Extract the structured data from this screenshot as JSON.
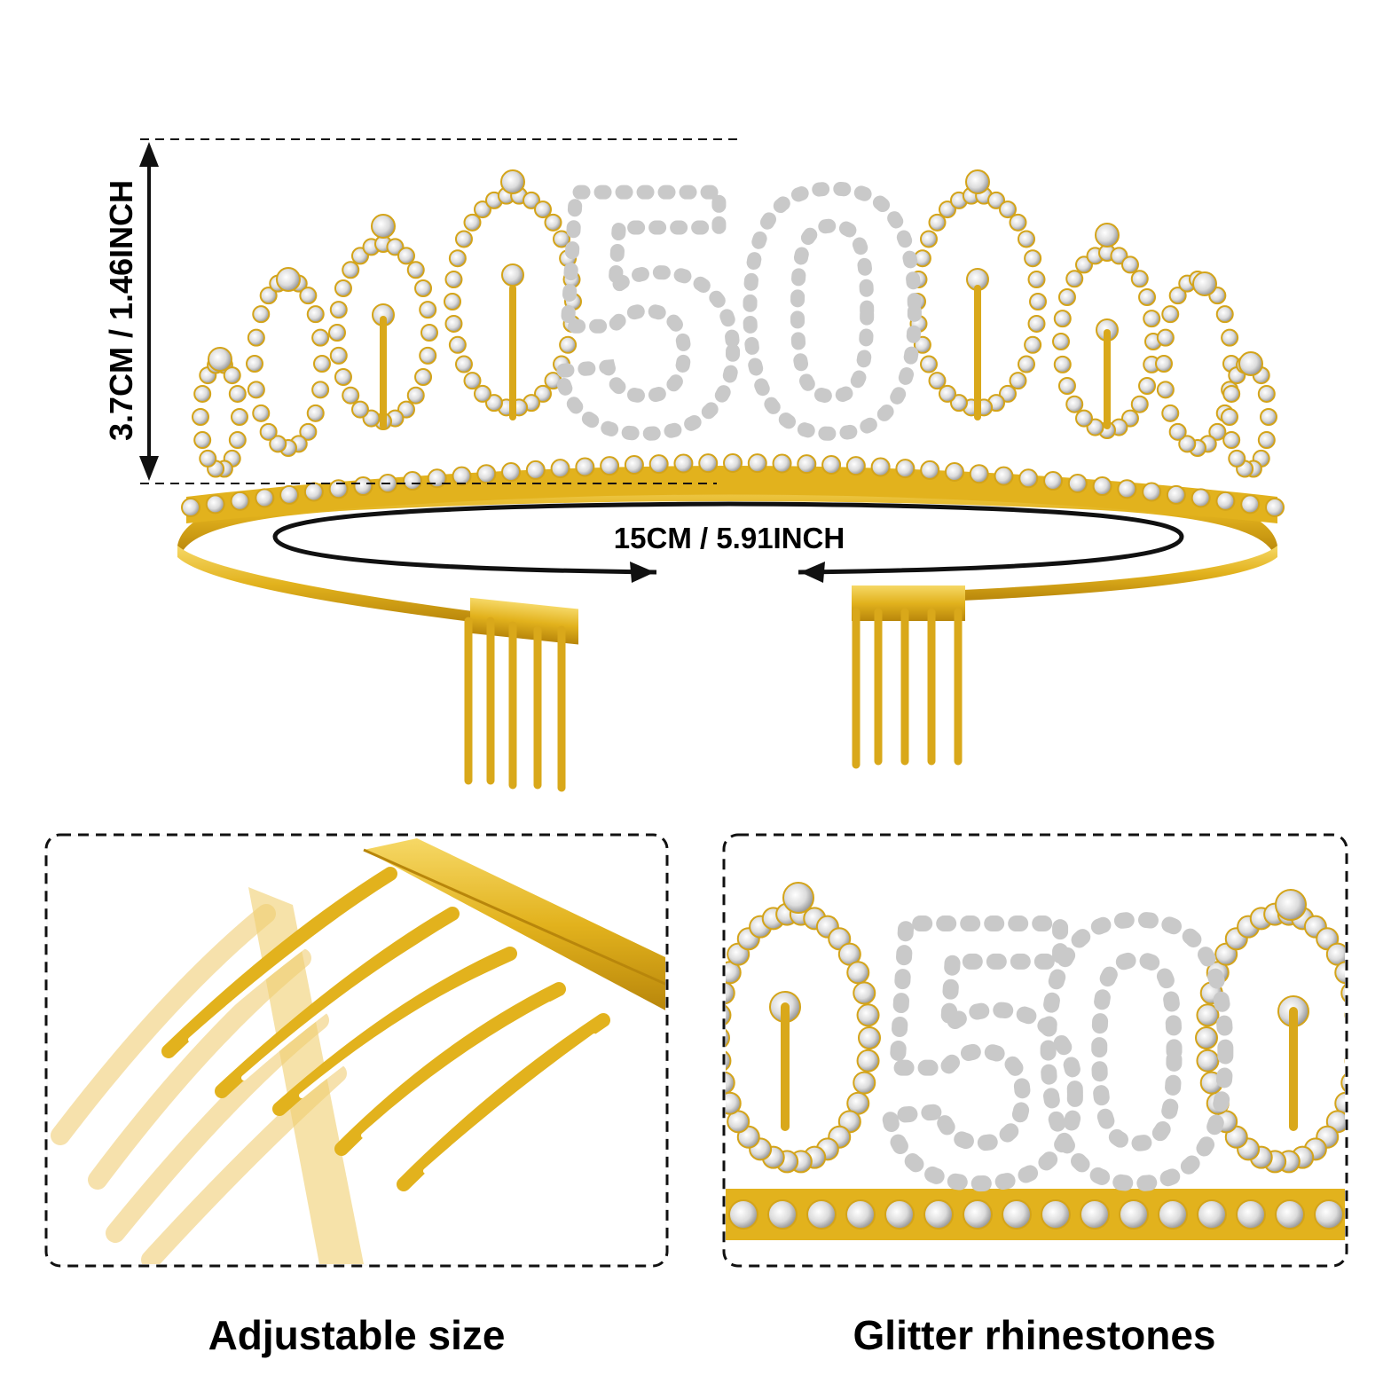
{
  "dimensions": {
    "height_label": "3.7CM / 1.46INCH",
    "width_label": "15CM / 5.91INCH"
  },
  "tiara": {
    "number": "50"
  },
  "features": [
    {
      "caption": "Adjustable size"
    },
    {
      "caption": "Glitter rhinestones"
    }
  ],
  "colors": {
    "gold": "#e8b923",
    "gold_dark": "#b8860b",
    "rhinestone": "#e6e6e6",
    "outline": "#111111"
  }
}
